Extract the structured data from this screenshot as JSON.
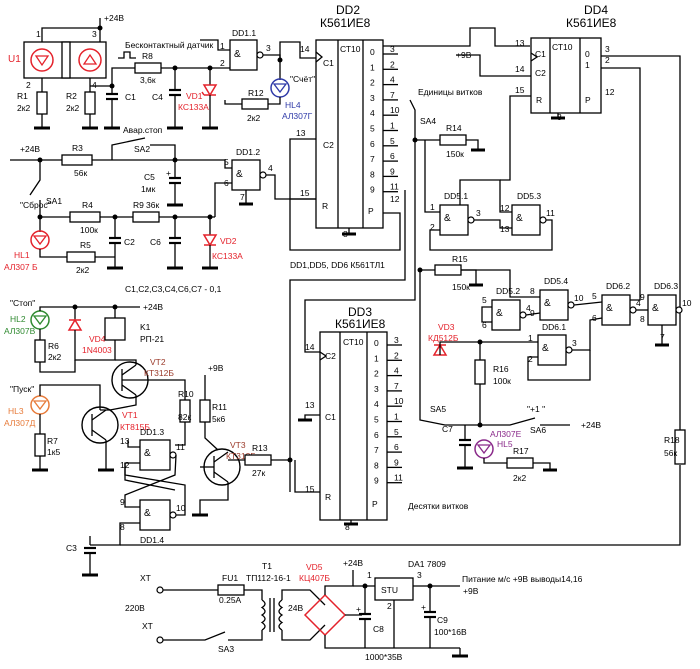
{
  "colors": {
    "red": "#e4222b",
    "blue": "#2f3aa8",
    "green": "#2f8a30",
    "orange": "#e77b3a",
    "brown": "#9b3a2a",
    "purple": "#8a2a8a"
  },
  "labels": {
    "dd2_name": "DD2",
    "dd2_type": "К561ИЕ8",
    "dd4_name": "DD4",
    "dd4_type": "К561ИЕ8",
    "dd3_name": "DD3",
    "dd3_type": "К561ИЕ8",
    "dd11": "DD1.1",
    "dd12": "DD1.2",
    "dd13": "DD1.3",
    "dd14": "DD1.4",
    "dd51": "DD5.1",
    "dd52": "DD5.2",
    "dd53": "DD5.3",
    "dd54": "DD5.4",
    "dd61": "DD6.1",
    "dd62": "DD6.2",
    "dd63": "DD6.3",
    "sensor": "Бесконтактный датчик",
    "units": "Единицы витков",
    "tens": "Десятки витков",
    "emergency": "Авар.стоп",
    "reset": "\"Сброс\"",
    "stop": "\"Стоп\"",
    "start": "\"Пуск\"",
    "count": "\"Счёт\"",
    "plus_one": "\"+1 \"",
    "logic": "DD1,DD5, DD6  К561ТЛ1",
    "caps": "C1,C2,C3,C4,C6,C7  - 0,1",
    "v24": "+24В",
    "v9": "+9В",
    "mains": "220В",
    "xt": "ХТ",
    "fuse_val": "0.25A",
    "v24ac": "24В",
    "supply": "Питание м/с +9В  выводы14,16",
    "supply_out": "+9В",
    "reg": "DA1 7809",
    "stu": "STU"
  },
  "components": {
    "U1": "U1",
    "R1": "R1",
    "R1v": "2к2",
    "R2": "R2",
    "R2v": "2к2",
    "R8": "R8",
    "R8v": "3,6к",
    "C1": "C1",
    "C4": "C4",
    "VD1": "VD1",
    "VD1v": "КС133А",
    "R12": "R12",
    "R12v": "2к2",
    "HL4": "HL4",
    "HL4v": "АЛ307Г",
    "R3": "R3",
    "R3v": "56к",
    "SA1": "SA1",
    "SA2": "SA2",
    "C5": "C5",
    "C5v": "1мк",
    "R4": "R4",
    "R4v": "100к",
    "R9": "R9",
    "R9v": "36к",
    "HL1": "HL1",
    "HL1v": "АЛ307 Б",
    "R5": "R5",
    "R5v": "2к2",
    "C2": "C2",
    "C6": "C6",
    "VD2": "VD2",
    "VD2v": "КС133А",
    "HL2": "HL2",
    "HL2v": "АЛ307В",
    "VD4": "VD4",
    "VD4v": "1N4003",
    "K1": "K1",
    "K1v": "РП-21",
    "R6": "R6",
    "R6v": "2к2",
    "VT2": "VT2",
    "VT2v": "КТ312Б",
    "HL3": "HL3",
    "HL3v": "АЛ307Д",
    "VT1": "VT1",
    "VT1v": "КТ815Б",
    "R10": "R10",
    "R10v": "82к",
    "R11": "R11",
    "R11v": "5к6",
    "VT3": "VT3",
    "VT3v": "КТ312Б",
    "R7": "R7",
    "R7v": "1к5",
    "R13": "R13",
    "R13v": "27к",
    "C3": "C3",
    "R14": "R14",
    "R14v": "150к",
    "SA4": "SA4",
    "R15": "R15",
    "R15v": "150к",
    "VD3": "VD3",
    "VD3v": "КД512Б",
    "R16": "R16",
    "R16v": "100к",
    "SA5": "SA5",
    "HL5": "HL5",
    "HL5v": "АЛ307Е",
    "SA6": "SA6",
    "C7": "C7",
    "R17": "R17",
    "R17v": "2к2",
    "R18": "R18",
    "R18v": "56к",
    "FU1": "FU1",
    "T1": "T1",
    "T1v": "ТП112-16-1",
    "VD5": "VD5",
    "VD5v": "КЦ407Б",
    "C8": "C8",
    "C8v": "1000*35В",
    "C9": "C9",
    "C9v": "100*16В",
    "SA3": "SA3"
  },
  "counter": {
    "ct": "СТ10",
    "c1": "C1",
    "c2": "C2",
    "r": "R",
    "p": "P",
    "outs": [
      "0",
      "1",
      "2",
      "3",
      "4",
      "5",
      "6",
      "7",
      "8",
      "9"
    ],
    "dd2_pins": [
      "3",
      "2",
      "4",
      "7",
      "10",
      "1",
      "5",
      "6",
      "9",
      "11"
    ],
    "in_pins": [
      "14",
      "13",
      "15",
      "12",
      "8",
      "16"
    ],
    "dd4_pins": [
      "3",
      "2",
      "12"
    ]
  },
  "pins": [
    "1",
    "2",
    "3",
    "4",
    "5",
    "6",
    "7",
    "8",
    "9",
    "10",
    "11",
    "12",
    "13",
    "14",
    "15",
    "16"
  ]
}
